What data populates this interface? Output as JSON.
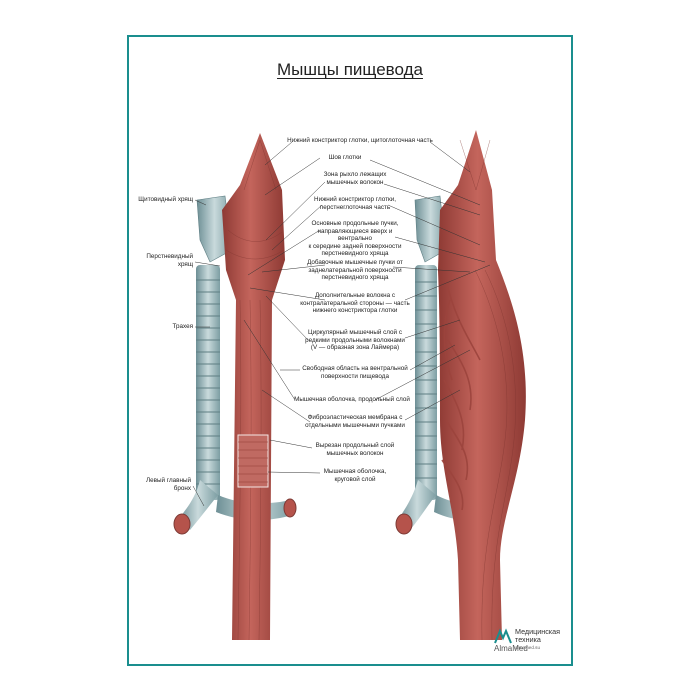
{
  "title": "Мышцы пищевода",
  "labels": {
    "thyroid": "Щитовидный хрящ",
    "cricoid": "Перстневидный\nхрящ",
    "trachea": "Трахея",
    "bronchus": "Левый главный\nбронх",
    "l1": "Нижний констриктор глотки, щитоглоточная часть",
    "l2": "Шов глотки",
    "l3": "Зона рыхло лежащих\nмышечных волокон",
    "l4": "Нижний констриктор глотки,\nперстнеглоточная часть",
    "l5": "Основные продольные пучки,\nнаправляющиеся вверх и вентрально\nк середине задней поверхности\nперстневидного хряща",
    "l6": "Добавочные мышечные пучки от\nзаднелатеральной поверхности\nперстневидного хряща",
    "l7": "Дополнительные волокна с\nконтралатеральной стороны — часть\nнижнего констриктора глотки",
    "l8": "Циркулярный мышечный слой с\nредкими продольными волокнами\n(V — образная зона Лаймера)",
    "l9": "Свободная область на вентральной\nповерхности пищевода",
    "l10": "Мышечная оболочка, продольный слой",
    "l11": "Фиброэластическая мембрана с\nотдельными мышечными пучками",
    "l12": "Вырезан продольный слой\nмышечных волокон",
    "l13": "Мышечная оболочка,\nкруговой слой"
  },
  "logo": {
    "brand": "AlmaMed",
    "line1": "Медицинская",
    "line2": "техника",
    "site": "almamed.su"
  },
  "colors": {
    "frame": "#1a8e8e",
    "muscle": "#b5534b",
    "muscle_dark": "#8e3a34",
    "cartilage": "#9fb9bd"
  }
}
